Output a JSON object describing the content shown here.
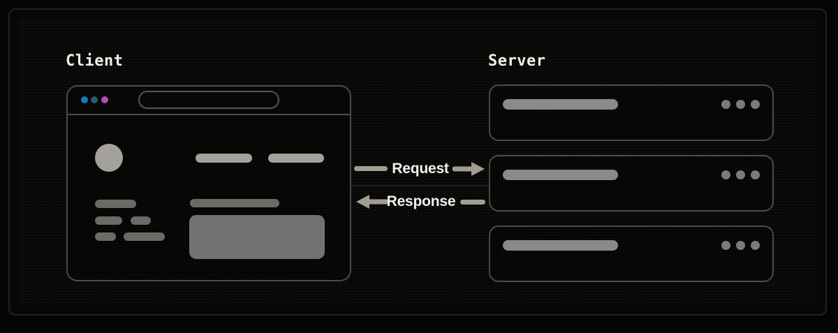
{
  "diagram_title": "Client-Server request/response diagram",
  "client": {
    "label": "Client",
    "window_controls": [
      {
        "name": "window-dot-blue",
        "color": "#1f77b4"
      },
      {
        "name": "window-dot-darkblue",
        "color": "#2a5a7d"
      },
      {
        "name": "window-dot-magenta",
        "color": "#ad4ec0"
      }
    ],
    "url_bar_value": "",
    "skeleton_elements": [
      "avatar-circle",
      "heading-bar",
      "heading-bar",
      "text-bar",
      "text-bar",
      "text-bar",
      "text-bar",
      "text-bar",
      "text-bar",
      "content-block"
    ]
  },
  "server": {
    "label": "Server",
    "node_count": 3,
    "nodes": [
      {
        "bar": "status-bar",
        "dots": 3
      },
      {
        "bar": "status-bar",
        "dots": 3
      },
      {
        "bar": "status-bar",
        "dots": 3
      }
    ]
  },
  "flows": [
    {
      "label": "Request",
      "direction": "right",
      "from": "Client",
      "to": "Server"
    },
    {
      "label": "Response",
      "direction": "left",
      "from": "Server",
      "to": "Client"
    }
  ],
  "colors": {
    "background": "#040404",
    "panel_border": "#22221e",
    "box_border": "#4b4b47",
    "skeleton_light": "#a4a19c",
    "skeleton_dark": "#6a6a67",
    "skeleton_block": "#727270",
    "server_bar": "#8a8a88",
    "server_dot": "#7b7b79",
    "arrow": "#a39d91",
    "flow_text": "#f2f0ec",
    "label_text": "#f1eee8"
  }
}
